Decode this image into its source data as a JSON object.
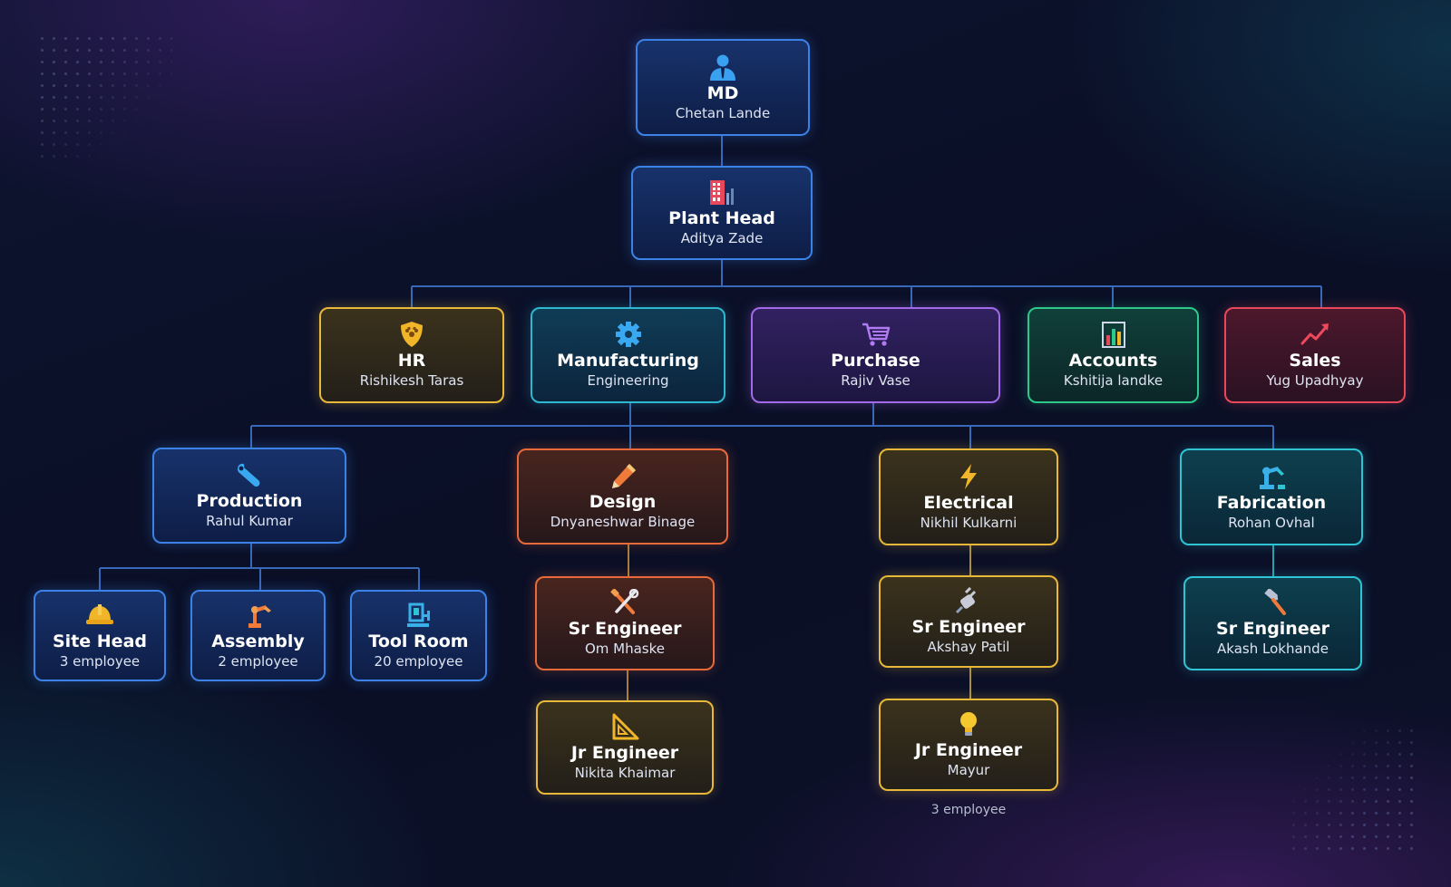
{
  "colors": {
    "connector": "#3d73c9",
    "blue": "#3c82e6",
    "teal": "#2db8d0",
    "gold": "#e8b83a",
    "purple": "#a26ae8",
    "green": "#2ec88a",
    "red": "#e8485c",
    "orange": "#e86a3a",
    "cyan": "#2ec4d4"
  },
  "nodes": {
    "md": {
      "title": "MD",
      "subtitle": "Chetan Lande",
      "icon": "person-icon"
    },
    "plant_head": {
      "title": "Plant Head",
      "subtitle": "Aditya Zade",
      "icon": "factory-icon"
    },
    "hr": {
      "title": "HR",
      "subtitle": "Rishikesh Taras",
      "icon": "shield-icon"
    },
    "manufacturing": {
      "title": "Manufacturing",
      "subtitle": "Engineering",
      "icon": "gear-icon"
    },
    "purchase": {
      "title": "Purchase",
      "subtitle": "Rajiv Vase",
      "icon": "cart-icon"
    },
    "accounts": {
      "title": "Accounts",
      "subtitle": "Kshitija landke",
      "icon": "bar-chart-icon"
    },
    "sales": {
      "title": "Sales",
      "subtitle": "Yug Upadhyay",
      "icon": "trend-up-icon"
    },
    "production": {
      "title": "Production",
      "subtitle": "Rahul Kumar",
      "icon": "wrench-icon"
    },
    "design": {
      "title": "Design",
      "subtitle": "Dnyaneshwar Binage",
      "icon": "pencil-icon"
    },
    "electrical": {
      "title": "Electrical",
      "subtitle": "Nikhil Kulkarni",
      "icon": "lightning-icon"
    },
    "fabrication": {
      "title": "Fabrication",
      "subtitle": "Rohan Ovhal",
      "icon": "robot-arm-icon"
    },
    "site_head": {
      "title": "Site Head",
      "subtitle": "3 employee",
      "icon": "hard-hat-icon"
    },
    "assembly": {
      "title": "Assembly",
      "subtitle": "2 employee",
      "icon": "robot-arm-icon"
    },
    "tool_room": {
      "title": "Tool Room",
      "subtitle": "20 employee",
      "icon": "vise-icon"
    },
    "sr_eng_design": {
      "title": "Sr Engineer",
      "subtitle": "Om Mhaske",
      "icon": "tools-icon"
    },
    "jr_eng_design": {
      "title": "Jr Engineer",
      "subtitle": "Nikita Khaimar",
      "icon": "set-square-icon"
    },
    "sr_eng_electrical": {
      "title": "Sr Engineer",
      "subtitle": "Akshay Patil",
      "icon": "plug-icon"
    },
    "jr_eng_electrical": {
      "title": "Jr Engineer",
      "subtitle": "Mayur",
      "icon": "bulb-icon"
    },
    "sr_eng_fabrication": {
      "title": "Sr Engineer",
      "subtitle": "Akash Lokhande",
      "icon": "hammer-icon"
    }
  },
  "notes": {
    "electrical_count": "3 employee"
  }
}
